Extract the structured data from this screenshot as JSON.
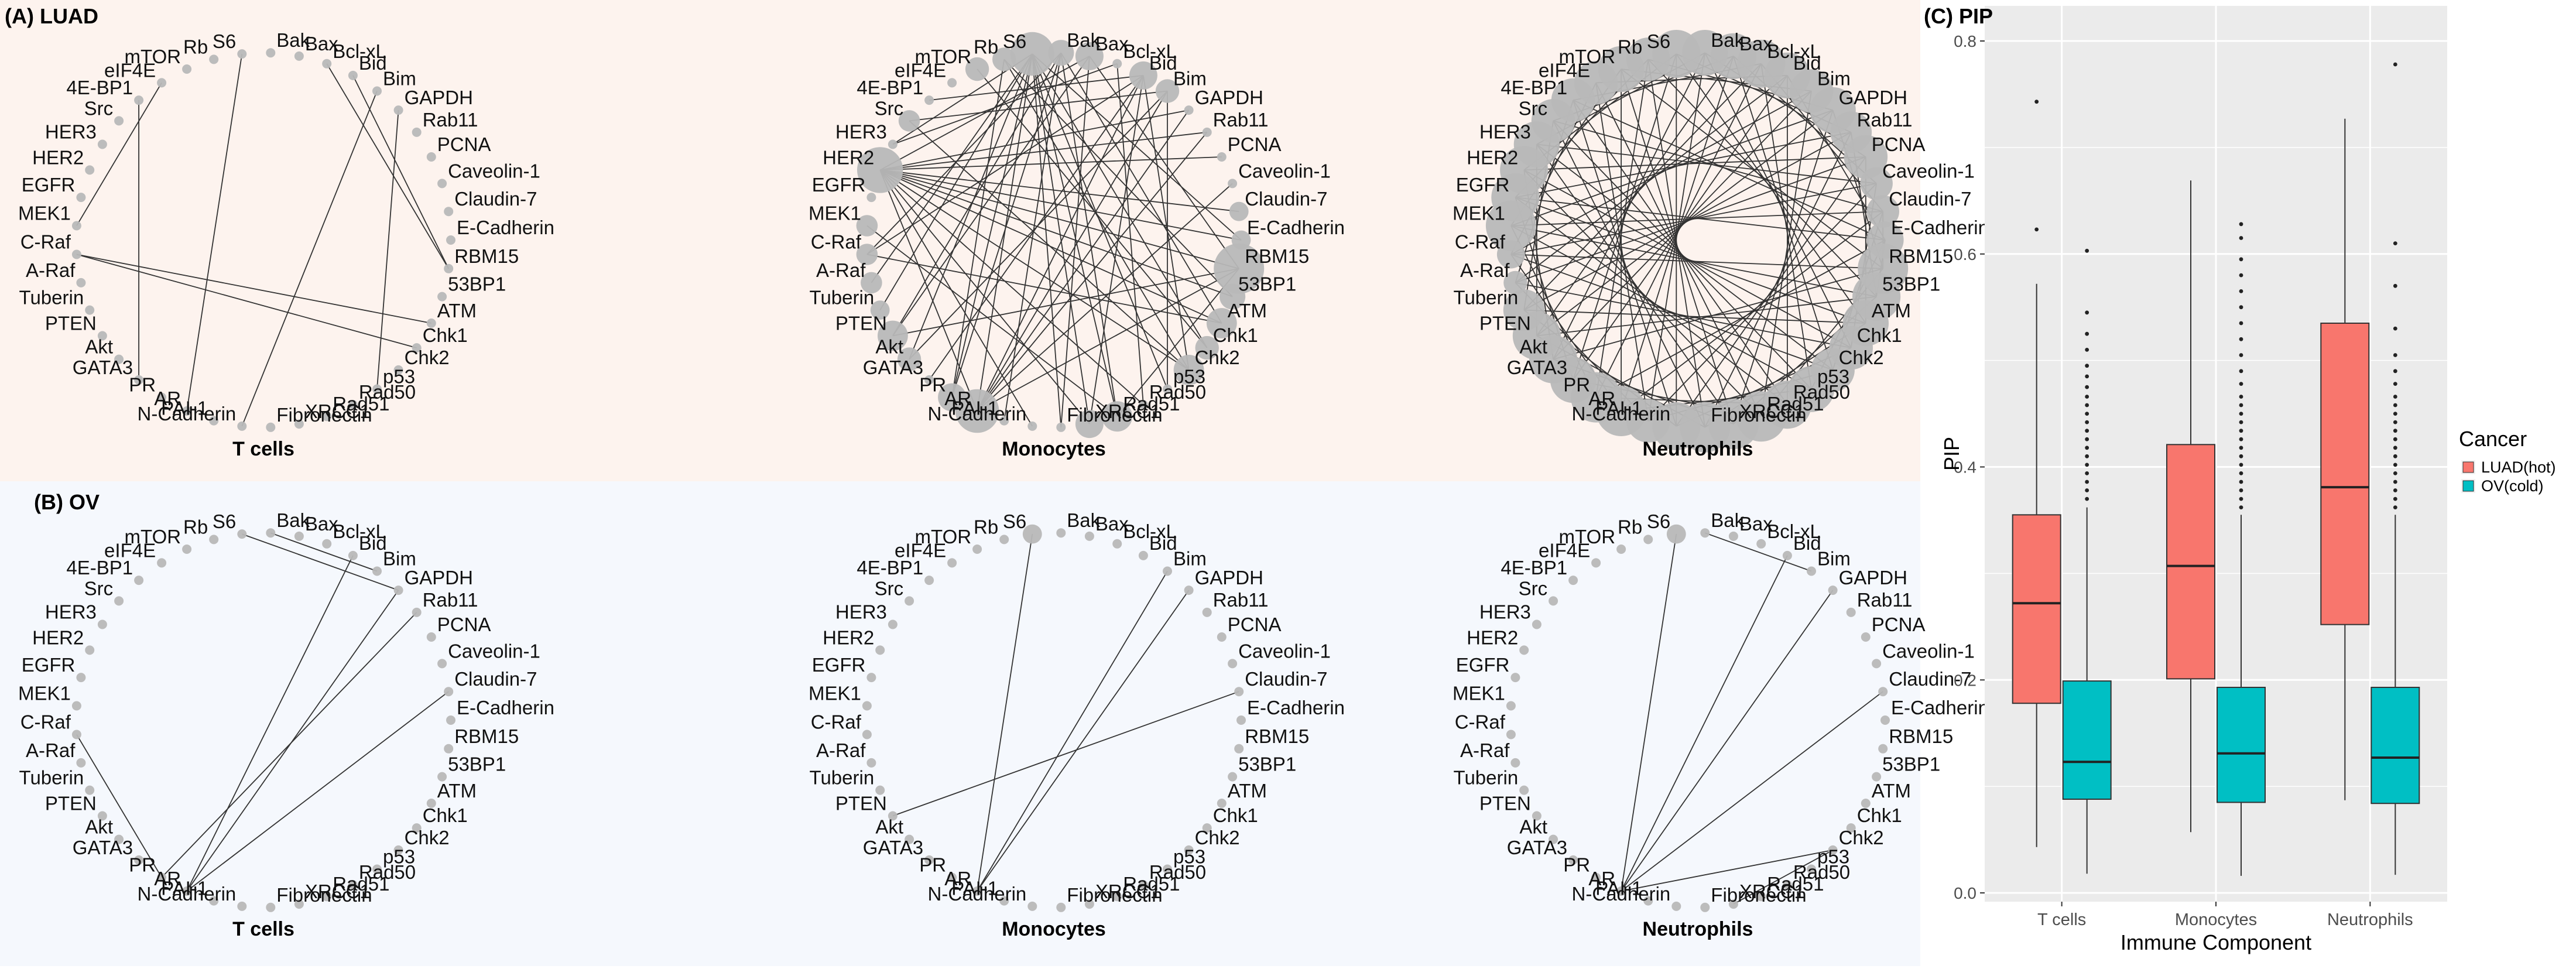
{
  "panels": {
    "A": {
      "label": "(A) LUAD",
      "bg": "#fdf3ee"
    },
    "B": {
      "label": "(B) OV",
      "bg": "#f5f8fd"
    },
    "C": {
      "label": "(C) PIP",
      "bg": "#ebebeb"
    }
  },
  "network": {
    "nodes": [
      "E-Cadherin",
      "Claudin-7",
      "Caveolin-1",
      "PCNA",
      "Rab11",
      "GAPDH",
      "Bim",
      "Bid",
      "Bcl-xL",
      "Bax",
      "Bak",
      "S6",
      "Rb",
      "mTOR",
      "eIF4E",
      "4E-BP1",
      "Src",
      "HER3",
      "HER2",
      "EGFR",
      "MEK1",
      "C-Raf",
      "A-Raf",
      "Tuberin",
      "PTEN",
      "Akt",
      "GATA3",
      "PR",
      "AR",
      "PAI-1",
      "N-Cadherin",
      "Fibronectin",
      "XRCC1",
      "Rad51",
      "Rad50",
      "p53",
      "Chk2",
      "Chk1",
      "ATM",
      "53BP1",
      "RBM15"
    ],
    "node_color": "#b8b8b8",
    "edge_color": "#333333",
    "subplots": [
      {
        "panel": "A",
        "title": "T cells",
        "edges": [
          [
            "RBM15",
            "Bcl-xL"
          ],
          [
            "RBM15",
            "Bid"
          ],
          [
            "ATM",
            "C-Raf"
          ],
          [
            "Chk1",
            "C-Raf"
          ],
          [
            "p53",
            "GAPDH"
          ],
          [
            "N-Cadherin",
            "Bim"
          ],
          [
            "AR",
            "S6"
          ],
          [
            "GATA3",
            "4E-BP1"
          ],
          [
            "MEK1",
            "eIF4E"
          ]
        ],
        "node_size": {}
      },
      {
        "panel": "A",
        "title": "Monocytes",
        "edges": [
          [
            "53BP1",
            "Rb"
          ],
          [
            "53BP1",
            "HER2"
          ],
          [
            "RBM15",
            "Rad51"
          ],
          [
            "RBM15",
            "AR"
          ],
          [
            "RBM15",
            "HER2"
          ],
          [
            "RBM15",
            "Bax"
          ],
          [
            "RBM15",
            "PTEN"
          ],
          [
            "ATM",
            "Bak"
          ],
          [
            "ATM",
            "HER2"
          ],
          [
            "ATM",
            "C-Raf"
          ],
          [
            "Chk1",
            "mTOR"
          ],
          [
            "Chk1",
            "S6"
          ],
          [
            "Chk2",
            "Bid"
          ],
          [
            "Chk2",
            "HER2"
          ],
          [
            "Chk2",
            "Src"
          ],
          [
            "Chk2",
            "Rb"
          ],
          [
            "p53",
            "Bim"
          ],
          [
            "p53",
            "S6"
          ],
          [
            "Rad50",
            "Bcl-xL"
          ],
          [
            "Rad50",
            "HER2"
          ],
          [
            "Rad51",
            "S6"
          ],
          [
            "Rad51",
            "Bak"
          ],
          [
            "Rad51",
            "MEK1"
          ],
          [
            "XRCC1",
            "Bid"
          ],
          [
            "XRCC1",
            "S6"
          ],
          [
            "XRCC1",
            "HER2"
          ],
          [
            "Fibronectin",
            "Bax"
          ],
          [
            "Fibronectin",
            "S6"
          ],
          [
            "N-Cadherin",
            "HER2"
          ],
          [
            "PAI-1",
            "Bak"
          ],
          [
            "AR",
            "Bid"
          ],
          [
            "AR",
            "Bim"
          ],
          [
            "AR",
            "GAPDH"
          ],
          [
            "AR",
            "S6"
          ],
          [
            "AR",
            "HER2"
          ],
          [
            "AR",
            "Rab11"
          ],
          [
            "PR",
            "S6"
          ],
          [
            "PR",
            "Bak"
          ],
          [
            "PR",
            "Rb"
          ],
          [
            "GATA3",
            "Bid"
          ],
          [
            "Akt",
            "S6"
          ],
          [
            "Akt",
            "Bim"
          ],
          [
            "PTEN",
            "Bax"
          ],
          [
            "PTEN",
            "Bak"
          ],
          [
            "Tuberin",
            "S6"
          ],
          [
            "A-Raf",
            "S6"
          ],
          [
            "C-Raf",
            "Bid"
          ],
          [
            "C-Raf",
            "Bak"
          ],
          [
            "E-Cadherin",
            "S6"
          ],
          [
            "E-Cadherin",
            "HER2"
          ],
          [
            "Claudin-7",
            "HER2"
          ],
          [
            "GAPDH",
            "HER2"
          ],
          [
            "Rab11",
            "HER2"
          ],
          [
            "PCNA",
            "HER2"
          ],
          [
            "Bim",
            "Src"
          ],
          [
            "Bid",
            "4E-BP1"
          ],
          [
            "Bax",
            "HER2"
          ],
          [
            "Bcl-xL",
            "HER3"
          ],
          [
            "Caveolin-1",
            "AR"
          ],
          [
            "S6",
            "HER3"
          ]
        ],
        "node_size": {
          "53BP1": 0.45,
          "RBM15": 1,
          "ATM": 0.55,
          "Chk1": 0.4,
          "Chk2": 0.55,
          "Rad51": 0.55,
          "XRCC1": 0.5,
          "AR": 0.85,
          "PR": 0.5,
          "PTEN": 0.55,
          "S6": 0.85,
          "HER2": 0.9,
          "Bid": 0.5,
          "Bax": 0.5,
          "Bak": 0.45,
          "Rb": 0.4,
          "mTOR": 0.4,
          "Src": 0.35,
          "C-Raf": 0.35,
          "A-Raf": 0.35,
          "E-Cadherin": 0.3,
          "Claudin-7": 0.3,
          "Bim": 0.4,
          "Akt": 0.4,
          "Tuberin": 0.3,
          "MEK1": 0.35
        }
      },
      {
        "panel": "A",
        "title": "Neutrophils",
        "edges": [],
        "dense": true,
        "node_size": {
          "E-Cadherin": 0.7,
          "Claudin-7": 0.6,
          "Caveolin-1": 0.6,
          "PCNA": 0.85,
          "Rab11": 0.8,
          "GAPDH": 0.9,
          "Bim": 0.85,
          "Bid": 0.9,
          "Bcl-xL": 0.95,
          "Bax": 0.9,
          "Bak": 0.9,
          "S6": 0.95,
          "Rb": 0.85,
          "mTOR": 0.9,
          "eIF4E": 0.85,
          "4E-BP1": 0.85,
          "Src": 0.85,
          "HER3": 0.9,
          "HER2": 0.95,
          "EGFR": 0.95,
          "MEK1": 1,
          "C-Raf": 0.5,
          "A-Raf": 0.4,
          "Tuberin": 0.8,
          "PTEN": 0.95,
          "Akt": 0.95,
          "GATA3": 0.9,
          "PR": 1,
          "AR": 1,
          "PAI-1": 0.85,
          "N-Cadherin": 0.95,
          "Fibronectin": 1,
          "XRCC1": 1,
          "Rad51": 1,
          "Rad50": 0.95,
          "p53": 0.9,
          "Chk2": 0.85,
          "Chk1": 0.85,
          "ATM": 0.9,
          "53BP1": 0.95,
          "RBM15": 1
        }
      },
      {
        "panel": "B",
        "title": "T cells",
        "edges": [
          [
            "AR",
            "Claudin-7"
          ],
          [
            "AR",
            "GAPDH"
          ],
          [
            "AR",
            "Bid"
          ],
          [
            "PR",
            "Rab11"
          ],
          [
            "PR",
            "C-Raf"
          ],
          [
            "GAPDH",
            "S6"
          ],
          [
            "Bim",
            "Bak"
          ]
        ],
        "node_size": {}
      },
      {
        "panel": "B",
        "title": "Monocytes",
        "edges": [
          [
            "AR",
            "GAPDH"
          ],
          [
            "AR",
            "Bim"
          ],
          [
            "AR",
            "S6"
          ],
          [
            "PTEN",
            "Claudin-7"
          ]
        ],
        "node_size": {
          "S6": 0.3
        }
      },
      {
        "panel": "B",
        "title": "Neutrophils",
        "edges": [
          [
            "AR",
            "Chk2"
          ],
          [
            "AR",
            "Claudin-7"
          ],
          [
            "AR",
            "GAPDH"
          ],
          [
            "AR",
            "Bid"
          ],
          [
            "AR",
            "S6"
          ],
          [
            "XRCC1",
            "Chk2"
          ],
          [
            "Bim",
            "Bak"
          ]
        ],
        "node_size": {
          "S6": 0.3
        }
      }
    ]
  },
  "chart_data": {
    "type": "box",
    "panel_label": "(C) PIP",
    "categories": [
      "T cells",
      "Monocytes",
      "Neutrophils"
    ],
    "xlabel": "Immune Component",
    "ylabel": "PIP",
    "ylim": [
      0,
      0.8
    ],
    "yticks": [
      0.0,
      0.2,
      0.4,
      0.6,
      0.8
    ],
    "yticklabels": [
      "0.0",
      "0.2",
      "0.4",
      "0.6",
      "0.8"
    ],
    "grid": true,
    "legend_position": "right",
    "legend_title": "Cancer",
    "series": [
      {
        "name": "LUAD(hot)",
        "color": "#F8766D",
        "boxes": [
          {
            "min": 0.043,
            "q1": 0.178,
            "median": 0.272,
            "q3": 0.355,
            "max": 0.572,
            "outliers": [
              0.623,
              0.743
            ]
          },
          {
            "min": 0.057,
            "q1": 0.201,
            "median": 0.307,
            "q3": 0.421,
            "max": 0.669,
            "outliers": []
          },
          {
            "min": 0.087,
            "q1": 0.252,
            "median": 0.381,
            "q3": 0.535,
            "max": 0.727,
            "outliers": []
          }
        ]
      },
      {
        "name": "OV(cold)",
        "color": "#00BFC4",
        "boxes": [
          {
            "min": 0.018,
            "q1": 0.088,
            "median": 0.123,
            "q3": 0.199,
            "max": 0.362,
            "outliers": [
              0.37,
              0.378,
              0.386,
              0.394,
              0.402,
              0.41,
              0.418,
              0.426,
              0.434,
              0.442,
              0.45,
              0.458,
              0.466,
              0.475,
              0.485,
              0.495,
              0.51,
              0.525,
              0.545,
              0.603
            ]
          },
          {
            "min": 0.016,
            "q1": 0.085,
            "median": 0.131,
            "q3": 0.193,
            "max": 0.355,
            "outliers": [
              0.362,
              0.37,
              0.378,
              0.386,
              0.394,
              0.402,
              0.41,
              0.418,
              0.426,
              0.434,
              0.442,
              0.45,
              0.458,
              0.466,
              0.478,
              0.49,
              0.505,
              0.52,
              0.535,
              0.55,
              0.565,
              0.58,
              0.595,
              0.615,
              0.628
            ]
          },
          {
            "min": 0.017,
            "q1": 0.084,
            "median": 0.127,
            "q3": 0.193,
            "max": 0.355,
            "outliers": [
              0.362,
              0.37,
              0.378,
              0.386,
              0.394,
              0.402,
              0.41,
              0.418,
              0.426,
              0.434,
              0.442,
              0.45,
              0.458,
              0.466,
              0.478,
              0.49,
              0.505,
              0.53,
              0.57,
              0.61,
              0.778
            ]
          }
        ]
      }
    ]
  }
}
